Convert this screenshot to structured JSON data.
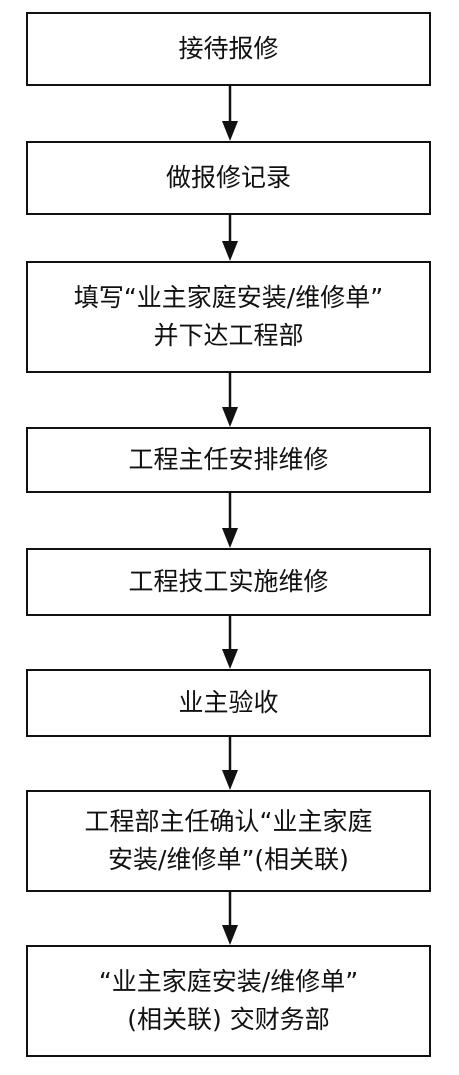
{
  "steps": [
    {
      "lines": [
        "接待报修"
      ]
    },
    {
      "lines": [
        "做报修记录"
      ]
    },
    {
      "lines": [
        "填写“业主家庭安装/维修单”",
        "并下达工程部"
      ]
    },
    {
      "lines": [
        "工程主任安排维修"
      ]
    },
    {
      "lines": [
        "工程技工实施维修"
      ]
    },
    {
      "lines": [
        "业主验收"
      ]
    },
    {
      "lines": [
        "工程部主任确认“业主家庭",
        "安装/维修单”(相关联)"
      ]
    },
    {
      "lines": [
        "“业主家庭安装/维修单”",
        "(相关联) 交财务部"
      ]
    }
  ]
}
